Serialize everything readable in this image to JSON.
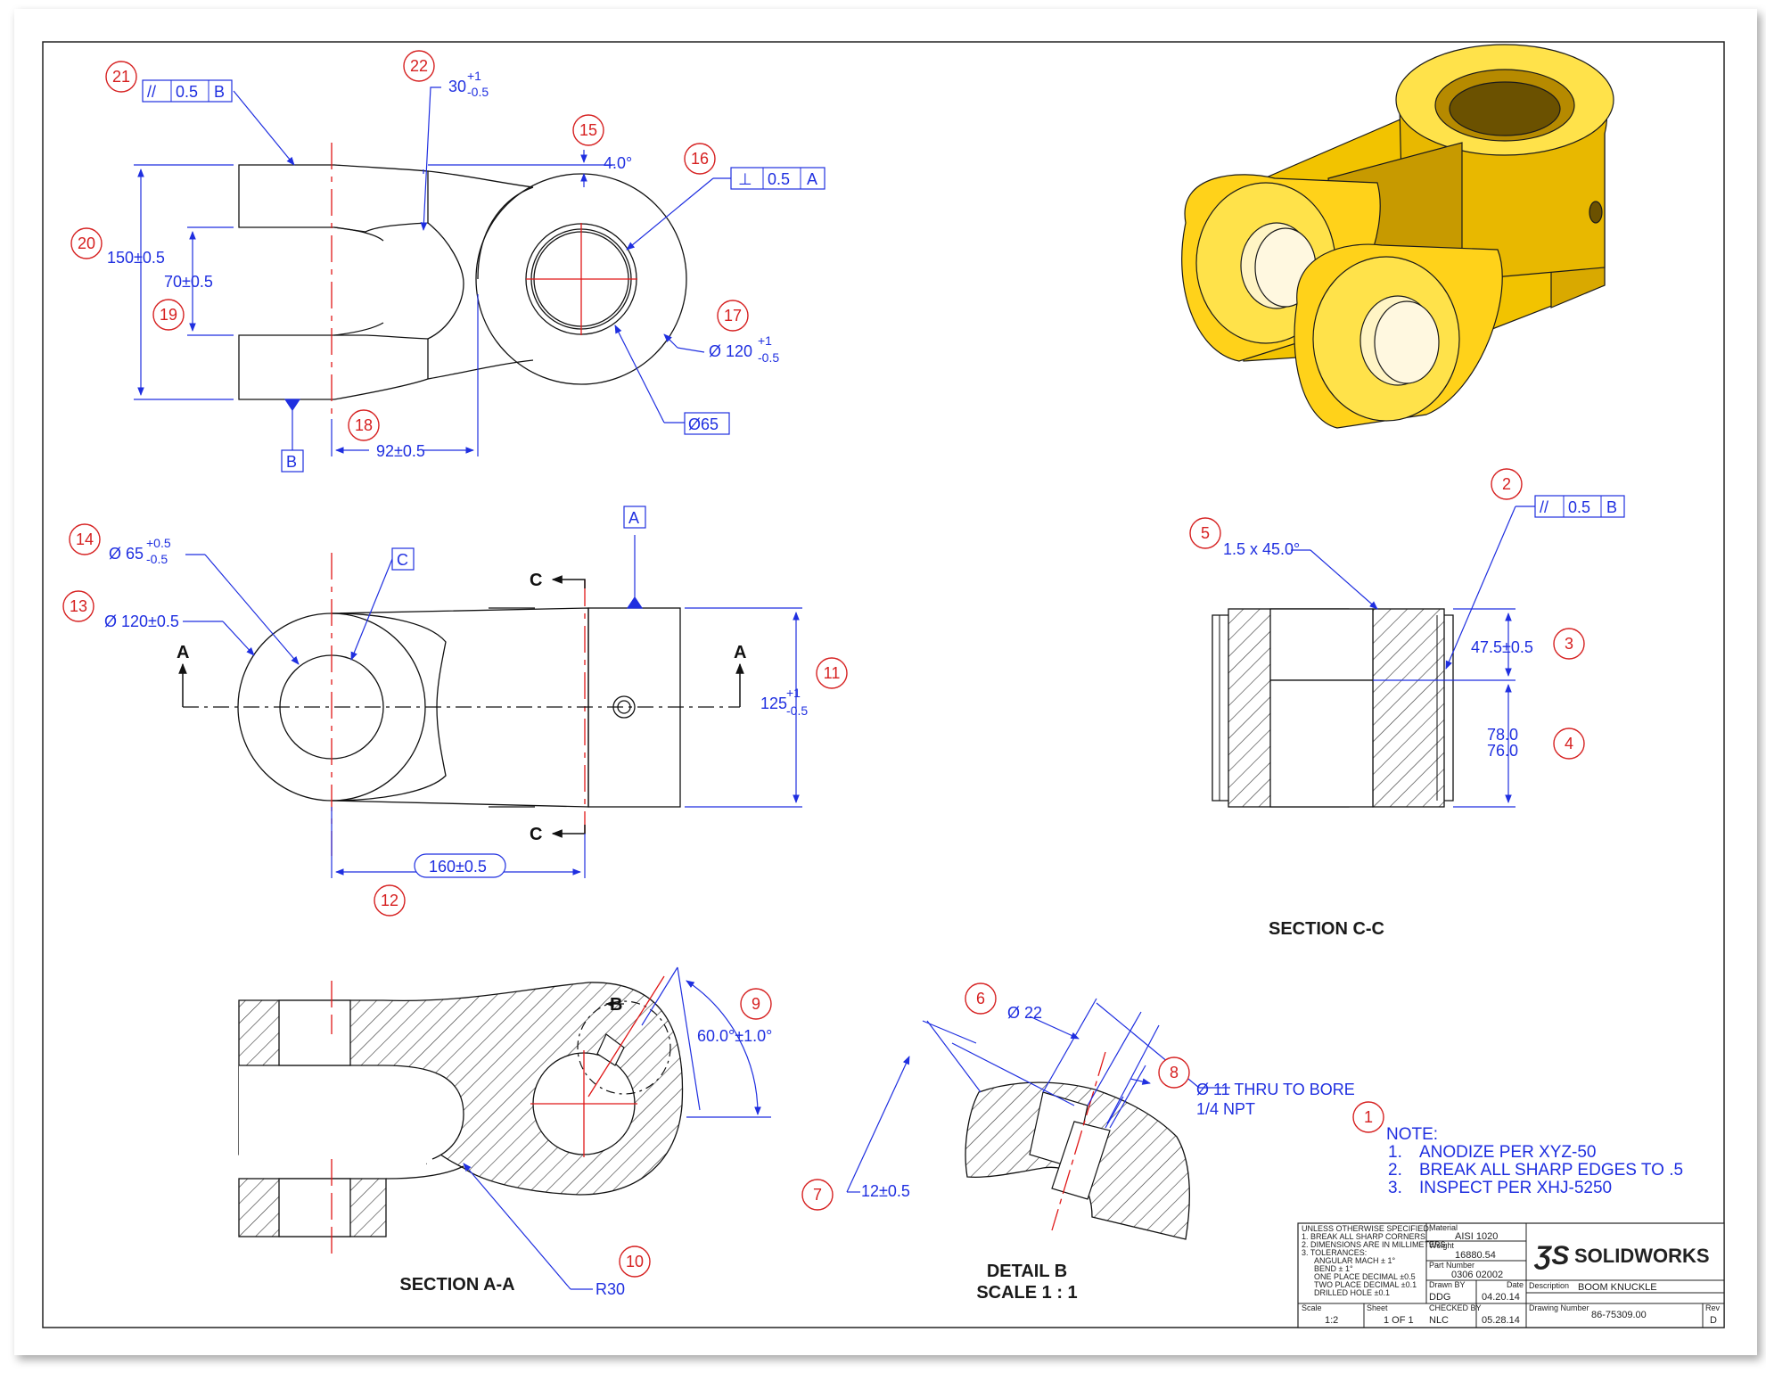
{
  "balloons": [
    {
      "id": "21",
      "label": "21"
    },
    {
      "id": "22",
      "label": "22"
    },
    {
      "id": "15",
      "label": "15"
    },
    {
      "id": "16",
      "label": "16"
    },
    {
      "id": "20",
      "label": "20"
    },
    {
      "id": "19",
      "label": "19"
    },
    {
      "id": "17",
      "label": "17"
    },
    {
      "id": "18",
      "label": "18"
    },
    {
      "id": "14",
      "label": "14"
    },
    {
      "id": "13",
      "label": "13"
    },
    {
      "id": "12",
      "label": "12"
    },
    {
      "id": "11",
      "label": "11"
    },
    {
      "id": "2",
      "label": "2"
    },
    {
      "id": "5",
      "label": "5"
    },
    {
      "id": "3",
      "label": "3"
    },
    {
      "id": "4",
      "label": "4"
    },
    {
      "id": "9",
      "label": "9"
    },
    {
      "id": "10",
      "label": "10"
    },
    {
      "id": "6",
      "label": "6"
    },
    {
      "id": "8",
      "label": "8"
    },
    {
      "id": "7",
      "label": "7"
    },
    {
      "id": "1",
      "label": "1"
    }
  ],
  "dimensions": {
    "d30": "30",
    "d30_plus": "+1",
    "d30_minus": "-0.5",
    "angle4": "4.0°",
    "d150": "150±0.5",
    "d70": "70±0.5",
    "dia120": "Ø 120",
    "dia120_plus": "+1",
    "dia120_minus": "-0.5",
    "dia65": "Ø65",
    "d92": "92±0.5",
    "dia65b": "Ø 65",
    "dia65b_plus": "+0.5",
    "dia65b_minus": "-0.5",
    "dia120b": "Ø 120±0.5",
    "d125": "125",
    "d125_plus": "+1",
    "d125_minus": "-0.5",
    "d160": "160±0.5",
    "chamfer": "1.5 x 45.0°",
    "d47": "47.5±0.5",
    "d78": "78.0",
    "d76": "76.0",
    "angle60": "60.0°±1.0°",
    "r30": "R30",
    "dia22": "Ø 22",
    "dia11": "Ø 11 THRU TO BORE",
    "npt": "1/4 NPT",
    "d12": "12±0.5"
  },
  "fcf": {
    "f21": {
      "sym": "//",
      "tol": "0.5",
      "datum": "B"
    },
    "f16": {
      "sym": "⊥",
      "tol": "0.5",
      "datum": "A"
    },
    "f2": {
      "sym": "//",
      "tol": "0.5",
      "datum": "B"
    }
  },
  "datums": {
    "A": "A",
    "B": "B",
    "C": "C"
  },
  "section_marks": {
    "A": "A",
    "C": "C",
    "B": "B"
  },
  "view_labels": {
    "section_aa": "SECTION A-A",
    "section_cc": "SECTION C-C",
    "detail_b": "DETAIL B",
    "detail_b_scale": "SCALE 1 : 1"
  },
  "notes": {
    "header": "NOTE:",
    "items": [
      {
        "num": "1.",
        "text": "ANODIZE PER XYZ-50"
      },
      {
        "num": "2.",
        "text": "BREAK ALL SHARP EDGES TO .5"
      },
      {
        "num": "3.",
        "text": "INSPECT PER XHJ-5250"
      }
    ]
  },
  "title_block": {
    "spec_lines": [
      "UNLESS OTHERWISE SPECIFIED:",
      "1. BREAK ALL SHARP CORNERS",
      "2. DIMENSIONS ARE IN MILLIMETERS",
      "3. TOLERANCES:",
      "ANGULAR MACH ± 1°",
      "BEND ± 1°",
      "ONE PLACE DECIMAL   ±0.5",
      "TWO PLACE DECIMAL   ±0.1",
      "DRILLED HOLE        ±0.1"
    ],
    "material_label": "Material",
    "material": "AISI 1020",
    "weight_label": "Weight",
    "weight": "16880.54",
    "part_number_label": "Part Number",
    "part_number": "0306 02002",
    "drawn_by_label": "Drawn BY",
    "drawn_by": "DDG",
    "date_label": "Date",
    "drawn_date": "04.20.14",
    "checked_by_label": "CHECKED BY",
    "checked_by": "NLC",
    "checked_date": "05.28.14",
    "description_label": "Description",
    "description": "BOOM KNUCKLE",
    "drawing_number_label": "Drawing Number",
    "drawing_number": "86-75309.00",
    "rev_label": "Rev",
    "rev": "D",
    "scale_label": "Scale",
    "scale": "1:2",
    "sheet_label": "Sheet",
    "sheet": "1 OF 1",
    "logo_text": "SOLIDWORKS"
  },
  "colors": {
    "dim_blue": "#1f2fe0",
    "balloon_red": "#d62020",
    "center_red": "#e01818",
    "part_gold": "#f2c300",
    "part_gold_dark": "#c99a00",
    "part_gold_light": "#ffe24a"
  }
}
